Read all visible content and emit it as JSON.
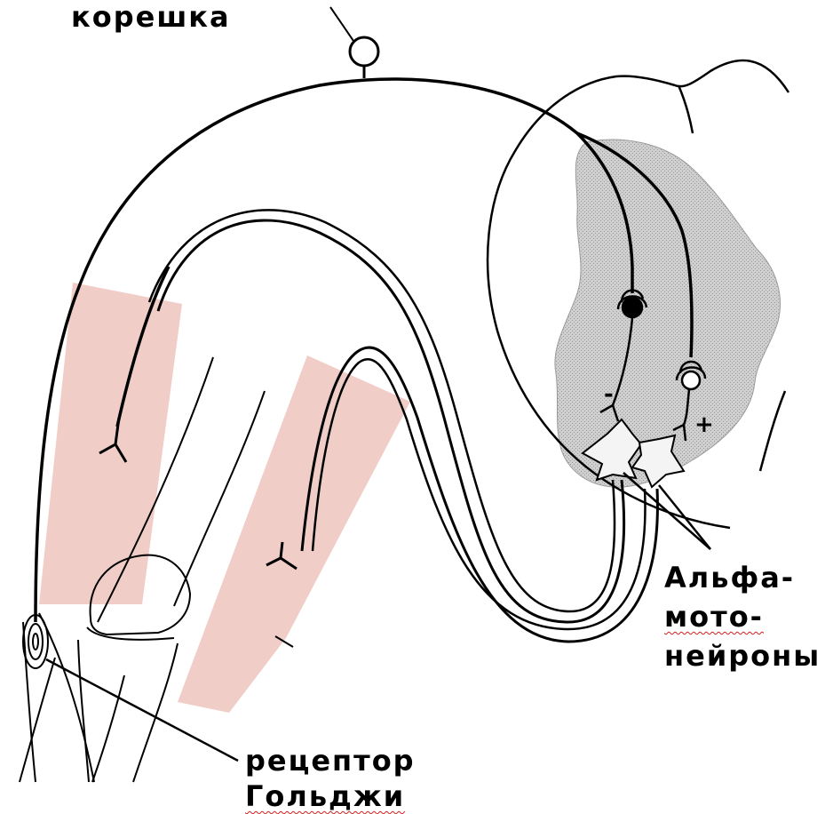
{
  "labels": {
    "root_text": "корешка",
    "alpha_line1": "Альфа-",
    "alpha_line2": "мото-",
    "alpha_line3": "нейроны",
    "golgi_line1": "рецептор",
    "golgi_line2": "Гольджи"
  },
  "signs": {
    "inhibitory": "-",
    "excitatory": "+"
  },
  "colors": {
    "muscle": "#f1cdc7",
    "gray_matter": "#c9c9c9",
    "line": "#000000",
    "spellcheck_underline": "#d21e1e"
  }
}
